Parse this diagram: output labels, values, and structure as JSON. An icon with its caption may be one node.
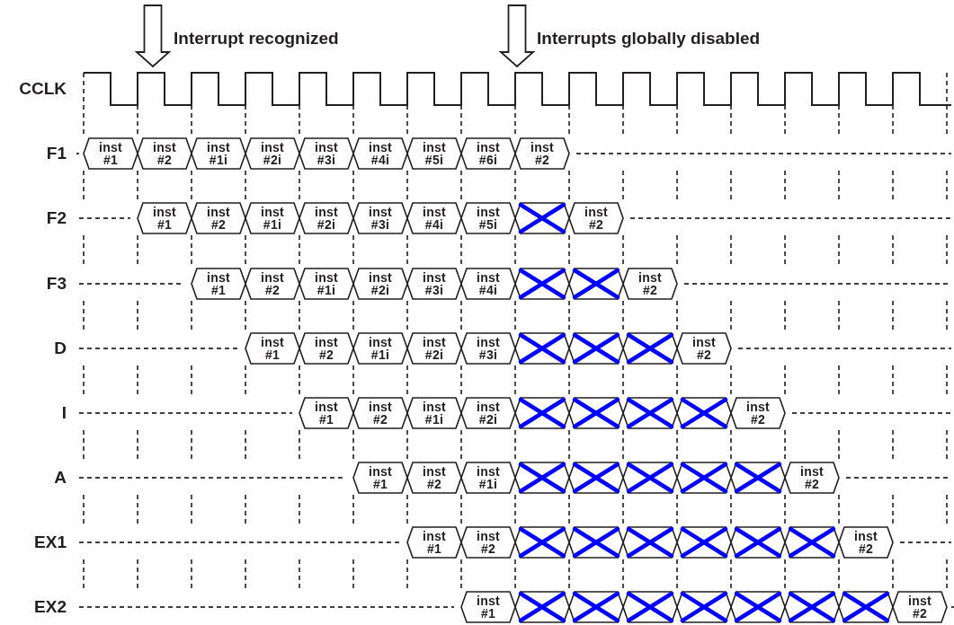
{
  "diagram": {
    "nodes": [
      {
        "text": [
          "inst #1"
        ]
      },
      {
        "text": [
          "inst #2"
        ]
      },
      {
        "text": [
          "inst #1i"
        ]
      },
      {
        "text": [
          "inst #2i"
        ]
      },
      {
        "text": [
          "inst #3i"
        ]
      },
      {
        "text": [
          "inst #4i"
        ]
      },
      {
        "text": [
          "inst #5i"
        ]
      },
      {
        "text": [
          "inst #6i"
        ]
      },
      {
        "text": [
          "inst #2"
        ]
      },
      {
        "text": [
          "inst #1"
        ]
      },
      {
        "text": [
          "inst #2"
        ]
      },
      {
        "text": [
          "inst #1i"
        ]
      },
      {
        "text": [
          "inst #2i"
        ]
      },
      {
        "text": [
          "inst #3i"
        ]
      },
      {
        "text": [
          "inst #4i"
        ]
      },
      {
        "text": [
          "inst #5i"
        ]
      },
      {
        "text": [],
        "shape": "cross"
      },
      {
        "text": [
          "inst #2"
        ]
      },
      {
        "text": [
          "inst #1"
        ]
      },
      {
        "text": [
          "inst #2"
        ]
      },
      {
        "text": [
          "inst #1i"
        ]
      },
      {
        "text": [
          "inst #2i"
        ]
      },
      {
        "text": [
          "inst #3i"
        ]
      },
      {
        "text": [
          "inst #4i"
        ]
      },
      {
        "text": [],
        "shape": "cross"
      },
      {
        "text": [],
        "shape": "cross"
      },
      {
        "text": [
          "inst #2"
        ]
      },
      {
        "text": [
          "inst #1"
        ]
      },
      {
        "text": [
          "inst #2"
        ]
      },
      {
        "text": [
          "inst #1i"
        ]
      },
      {
        "text": [
          "inst #2i"
        ]
      },
      {
        "text": [
          "inst #3i"
        ]
      },
      {
        "text": [],
        "shape": "cross"
      },
      {
        "text": [],
        "shape": "cross"
      },
      {
        "text": [],
        "shape": "cross"
      },
      {
        "text": [
          "inst #2"
        ]
      },
      {
        "text": [
          "inst #1"
        ]
      },
      {
        "text": [
          "inst #2"
        ]
      },
      {
        "text": [
          "inst #1i"
        ]
      },
      {
        "text": [
          "inst #2i"
        ]
      },
      {
        "text": [],
        "shape": "cross"
      },
      {
        "text": [],
        "shape": "cross"
      },
      {
        "text": [],
        "shape": "cross"
      },
      {
        "text": [],
        "shape": "cross"
      },
      {
        "text": [
          "inst #2"
        ]
      },
      {
        "text": [
          "inst #1"
        ]
      },
      {
        "text": [
          "inst #2"
        ]
      },
      {
        "text": [
          "inst #1i"
        ]
      },
      {
        "text": [],
        "shape": "cross"
      },
      {
        "text": [],
        "shape": "cross"
      },
      {
        "text": [],
        "shape": "cross"
      },
      {
        "text": [],
        "shape": "cross"
      },
      {
        "text": [],
        "shape": "cross"
      },
      {
        "text": [
          "inst #2"
        ]
      },
      {
        "text": [
          "inst #1"
        ]
      },
      {
        "text": [
          "inst #2"
        ]
      },
      {
        "text": [],
        "shape": "cross"
      },
      {
        "text": [],
        "shape": "cross"
      },
      {
        "text": [],
        "shape": "cross"
      },
      {
        "text": [],
        "shape": "cross"
      },
      {
        "text": [],
        "shape": "cross"
      },
      {
        "text": [],
        "shape": "cross"
      },
      {
        "text": [
          "inst #2"
        ]
      },
      {
        "text": [
          "inst #1"
        ]
      },
      {
        "text": [],
        "shape": "cross"
      },
      {
        "text": [],
        "shape": "cross"
      },
      {
        "text": [],
        "shape": "cross"
      },
      {
        "text": [],
        "shape": "cross"
      },
      {
        "text": [],
        "shape": "cross"
      },
      {
        "text": [],
        "shape": "cross"
      },
      {
        "text": [],
        "shape": "cross"
      },
      {
        "text": [
          "inst #2"
        ]
      }
    ],
    "labels": [
      "Interrupt recognized",
      "Interrupts globally disabled",
      "CCLK",
      "F1",
      "F2",
      "F3",
      "D",
      "I",
      "A",
      "EX1",
      "EX2"
    ]
  }
}
